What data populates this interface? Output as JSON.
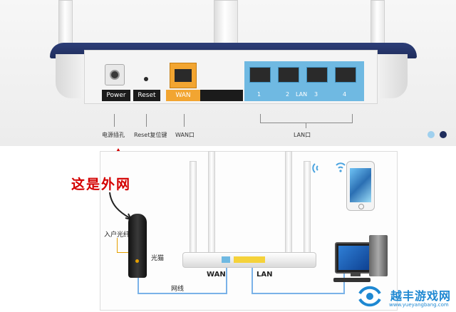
{
  "router_back": {
    "labels": {
      "power": "Power",
      "reset": "Reset",
      "wan": "WAN",
      "lan": "LAN",
      "lan_ports": [
        "1",
        "2",
        "3",
        "4"
      ]
    },
    "callouts": {
      "power_jack": "电源插孔",
      "reset_button": "Reset复位键",
      "wan_port": "WAN口",
      "lan_port": "LAN口"
    },
    "colors": {
      "wan": "#f2a531",
      "lan": "#6fb9e2",
      "shell": "#1f2d5c"
    }
  },
  "carousel": {
    "dots": 2,
    "active_index": 1
  },
  "diagram": {
    "headline": "这是外网",
    "fiber_in": "入户光纤",
    "modem": "光猫",
    "cable": "网线",
    "wan": "WAN",
    "lan": "LAN",
    "wifi_icon": "wifi-icon"
  },
  "watermark": {
    "name": "越丰游戏网",
    "url": "www.yueyangbang.com"
  }
}
